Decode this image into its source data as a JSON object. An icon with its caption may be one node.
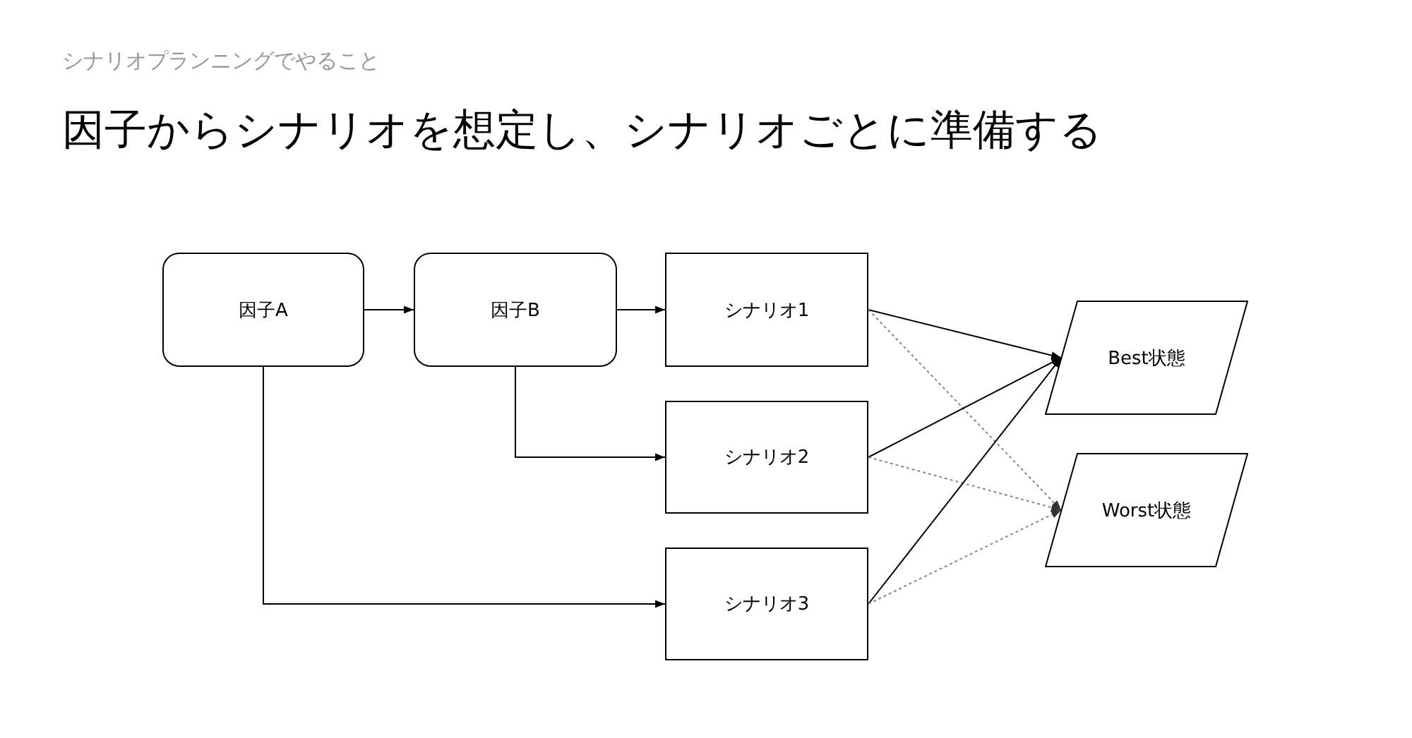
{
  "diagram": {
    "title": "因子からシナリオを想定し、シナリオごとに準備する",
    "nodes": [
      {
        "text": [
          "因子A"
        ]
      },
      {
        "text": [
          "因子B"
        ]
      },
      {
        "text": [
          "シナリオ1"
        ]
      },
      {
        "text": [
          "シナリオ2"
        ]
      },
      {
        "text": [
          "シナリオ3"
        ]
      },
      {
        "text": [
          "Best状態"
        ]
      },
      {
        "text": [
          "Worst状態"
        ]
      }
    ],
    "edges": [
      {
        "from": 0,
        "to": 1,
        "arrow": "to"
      },
      {
        "from": 1,
        "to": 2,
        "arrow": "to"
      },
      {
        "from": 1,
        "to": 3,
        "arrow": "to"
      },
      {
        "from": 0,
        "to": 4,
        "arrow": "to"
      },
      {
        "from": 2,
        "to": 5,
        "arrow": "to"
      },
      {
        "from": 2,
        "to": 6,
        "arrow": "to",
        "style": "dashed",
        "color": "#888888"
      },
      {
        "from": 3,
        "to": 5,
        "arrow": "to"
      },
      {
        "from": 3,
        "to": 6,
        "arrow": "to",
        "style": "dashed",
        "color": "#888888"
      },
      {
        "from": 4,
        "to": 5,
        "arrow": "to"
      },
      {
        "from": 4,
        "to": 6,
        "arrow": "to",
        "style": "dashed",
        "color": "#888888"
      }
    ],
    "labels": [
      "シナリオプランニングでやること"
    ]
  }
}
